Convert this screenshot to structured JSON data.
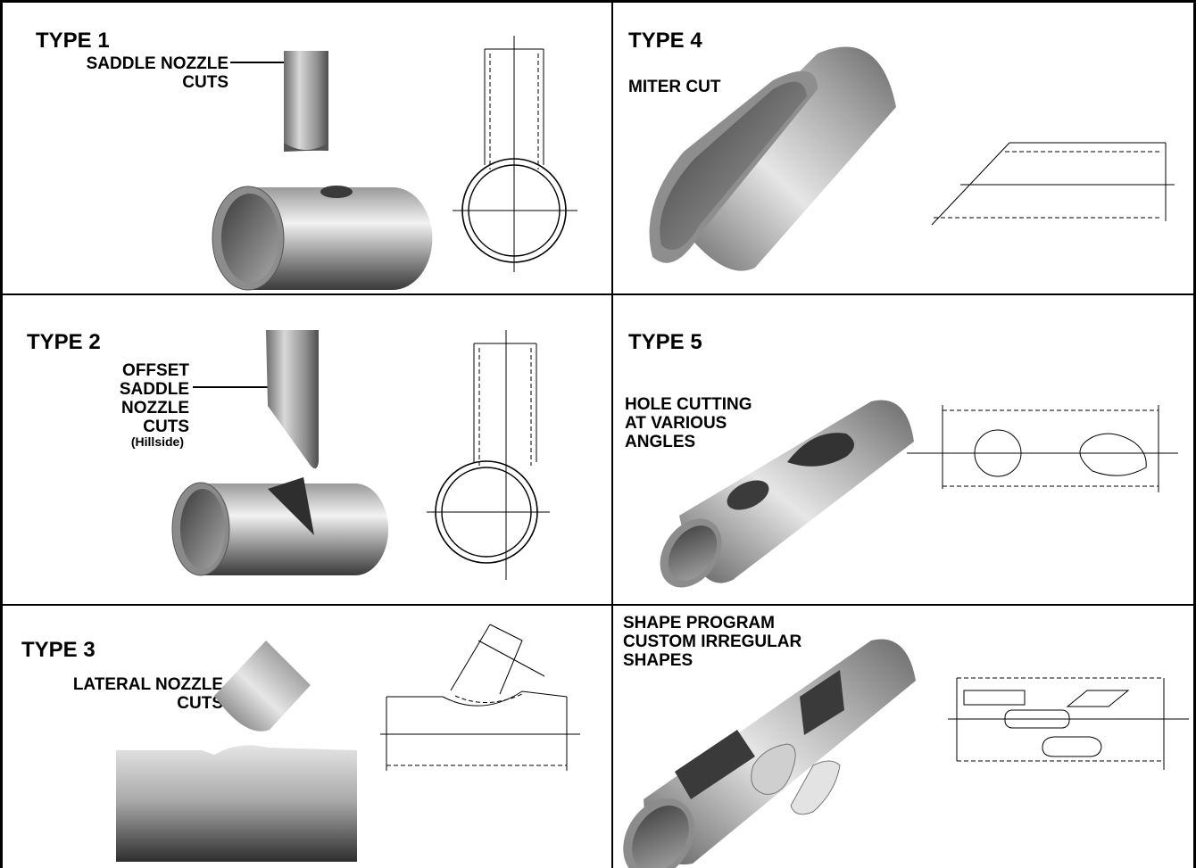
{
  "panels": {
    "type1": {
      "title": "TYPE 1",
      "desc": [
        "SADDLE NOZZLE",
        "CUTS"
      ]
    },
    "type2": {
      "title": "TYPE 2",
      "desc": [
        "OFFSET",
        "SADDLE",
        "NOZZLE",
        "CUTS"
      ],
      "note": "(Hillside)"
    },
    "type3": {
      "title": "TYPE 3",
      "desc": [
        "LATERAL NOZZLE",
        "CUTS"
      ]
    },
    "type4": {
      "title": "TYPE 4",
      "desc": [
        "MITER CUT"
      ]
    },
    "type5": {
      "title": "TYPE 5",
      "desc": [
        "HOLE CUTTING",
        "AT VARIOUS",
        "ANGLES"
      ]
    },
    "shape": {
      "desc": [
        "SHAPE PROGRAM",
        "CUSTOM IRREGULAR",
        "SHAPES"
      ]
    }
  }
}
